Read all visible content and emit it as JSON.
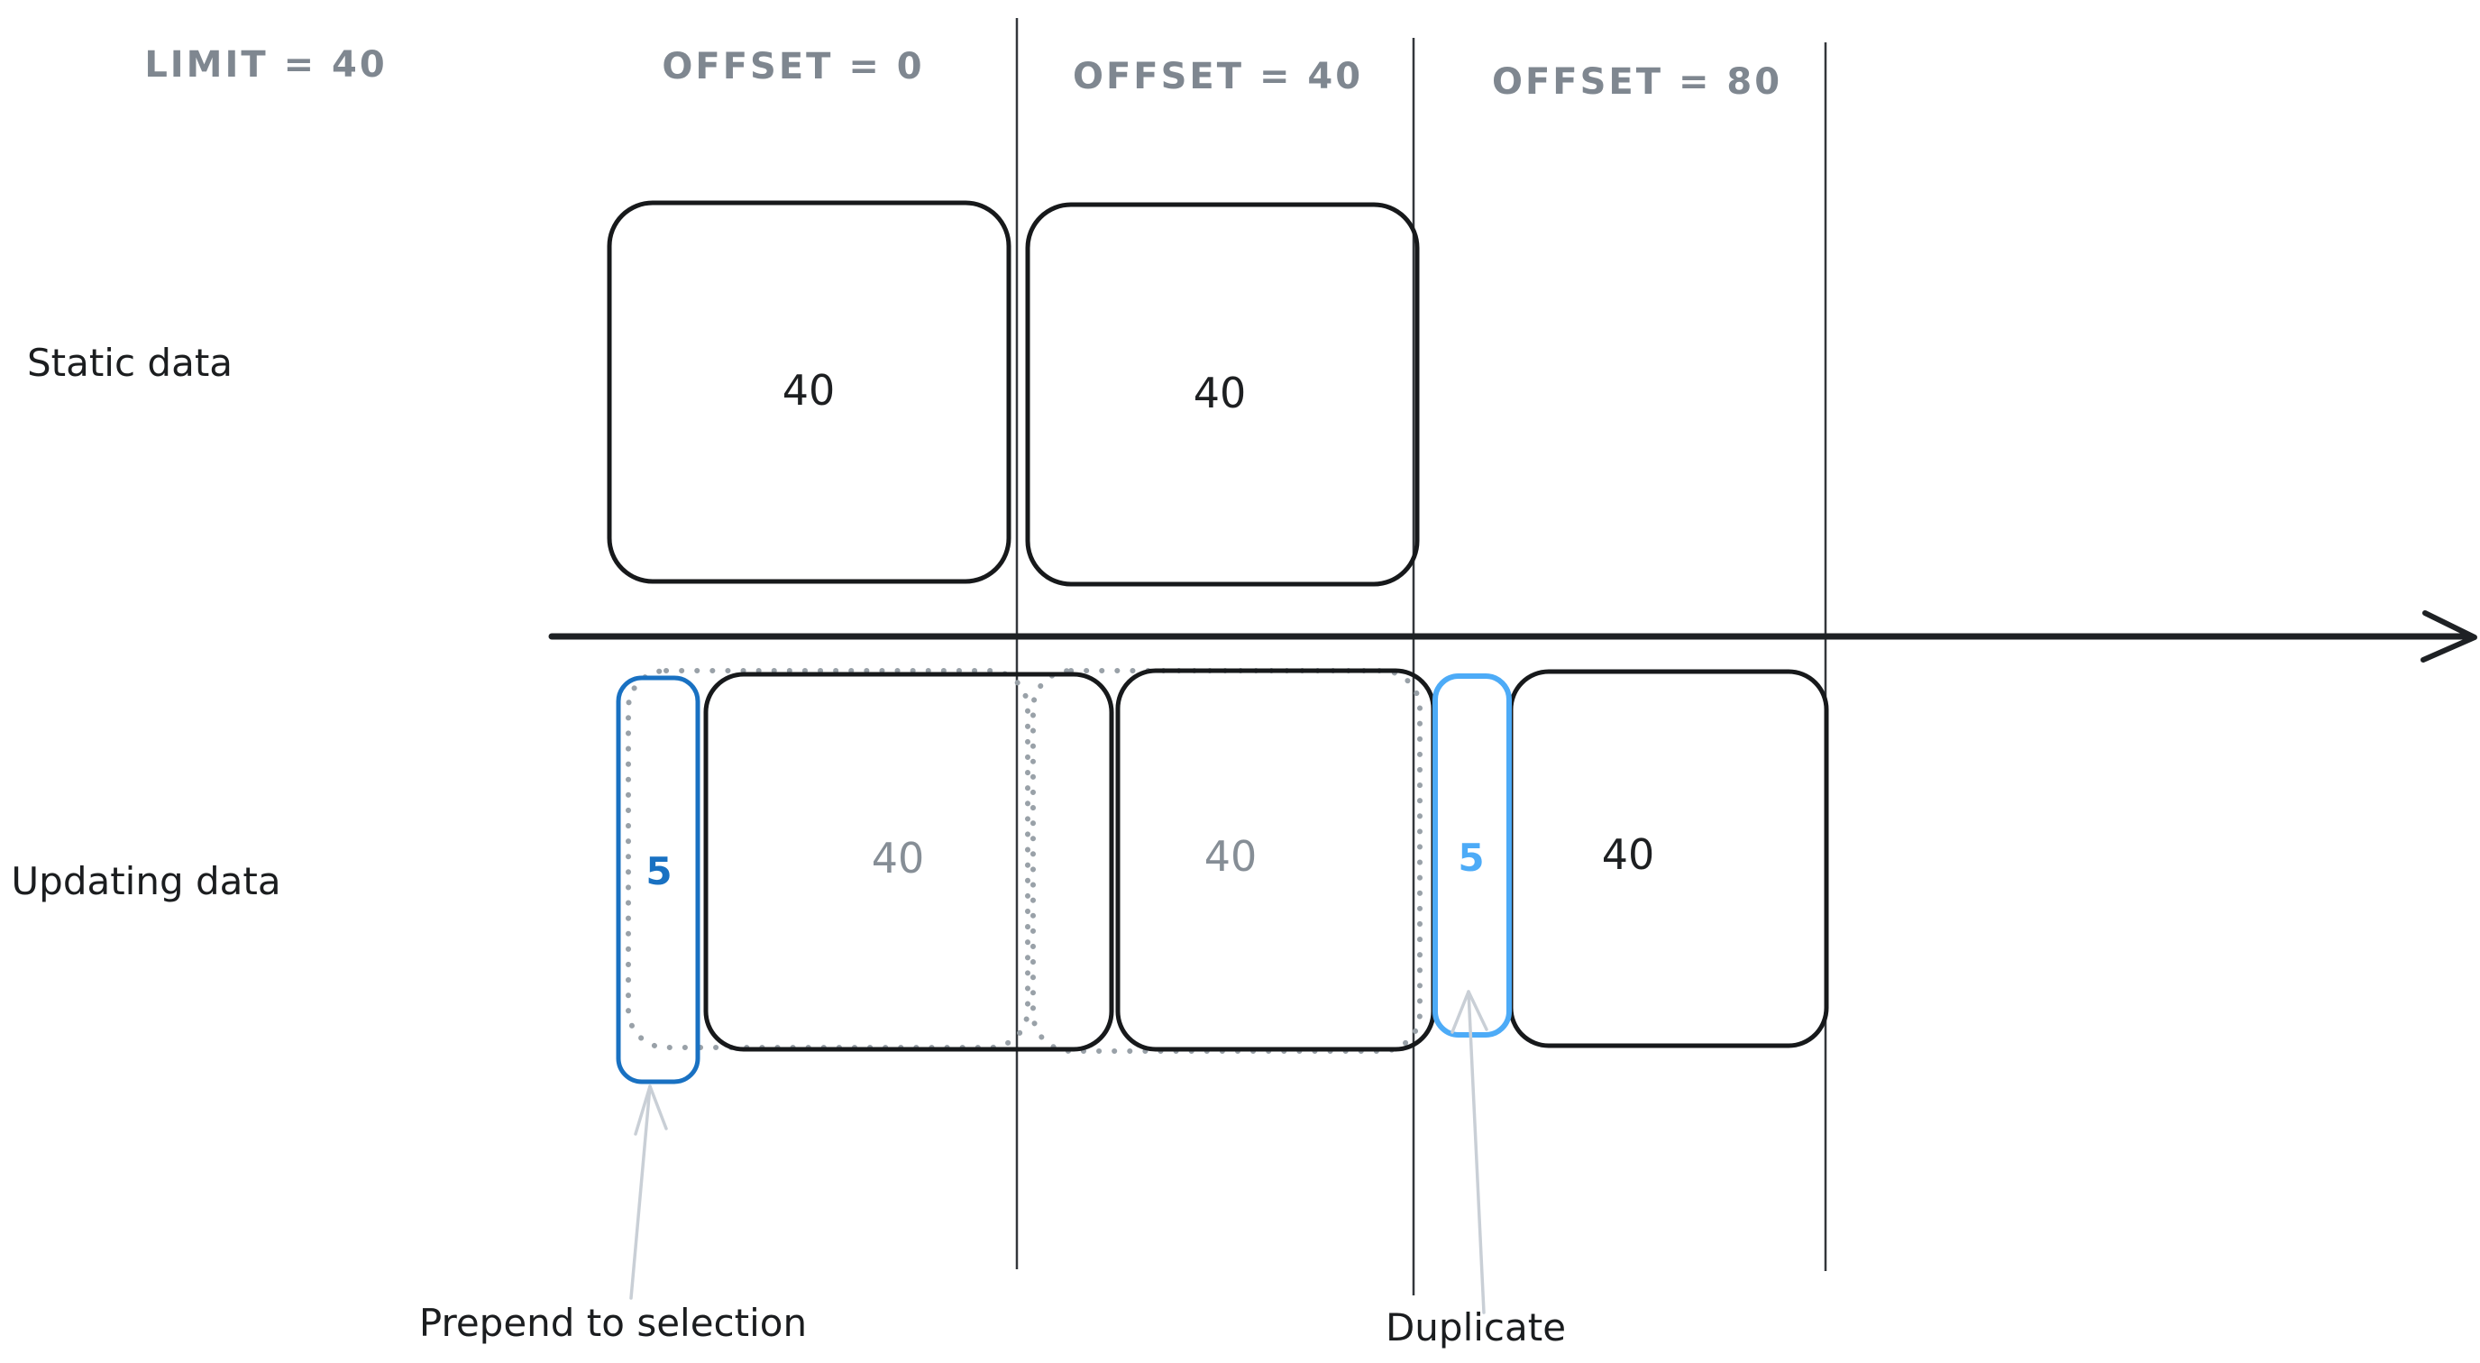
{
  "diagram": {
    "kind": "pagination-limit-offset-sketch",
    "column_headers": {
      "limit": "LIMIT = 40",
      "offset_0": "OFFSET = 0",
      "offset_40": "OFFSET = 40",
      "offset_80": "OFFSET = 80"
    },
    "rows": {
      "static": {
        "label": "Static data",
        "pages": [
          {
            "count": "40"
          },
          {
            "count": "40"
          }
        ]
      },
      "updating": {
        "label": "Updating data",
        "prepended_count": "5",
        "pages": [
          {
            "count": "40"
          },
          {
            "count": "40"
          },
          {
            "count": "40"
          }
        ],
        "duplicated_count": "5"
      }
    },
    "annotations": {
      "prepend": "Prepend to selection",
      "duplicate": "Duplicate"
    },
    "colors": {
      "ink": "#1b1d1f",
      "header_gray": "#7f8790",
      "muted_gray": "#868e96",
      "accent_blue": "#1971c2",
      "accent_light_blue": "#4dabf7",
      "dotted_gray": "#99a1a8",
      "faint_arrow_gray": "#c9cfd6",
      "divider_gray": "#33373b"
    }
  }
}
